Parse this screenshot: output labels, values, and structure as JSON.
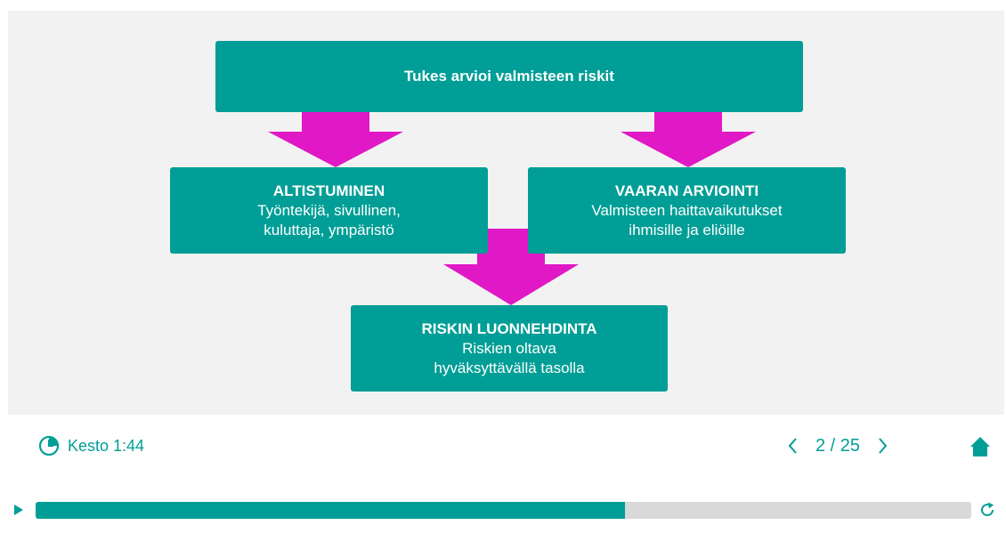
{
  "diagram": {
    "top_box": {
      "title": "Tukes arvioi valmisteen riskit"
    },
    "left_box": {
      "title": "ALTISTUMINEN",
      "line1": "Työntekijä, sivullinen,",
      "line2": "kuluttaja, ympäristö"
    },
    "right_box": {
      "title": "VAARAN ARVIOINTI",
      "line1": "Valmisteen haittavaikutukset",
      "line2": "ihmisille ja eliöille"
    },
    "bottom_box": {
      "title": "RISKIN LUONNEHDINTA",
      "line1": "Riskien oltava",
      "line2": "hyväksyttävällä tasolla"
    },
    "box_color": "#009e96",
    "arrow_color": "#e018c5"
  },
  "player": {
    "duration_label": "Kesto 1:44",
    "page_indicator": "2 / 25",
    "progress_fraction": 0.63,
    "icons": {
      "duration": "clock-icon",
      "prev": "chevron-left-icon",
      "next": "chevron-right-icon",
      "home": "home-icon",
      "play": "play-icon",
      "replay": "replay-icon"
    },
    "accent_color": "#009e96"
  }
}
